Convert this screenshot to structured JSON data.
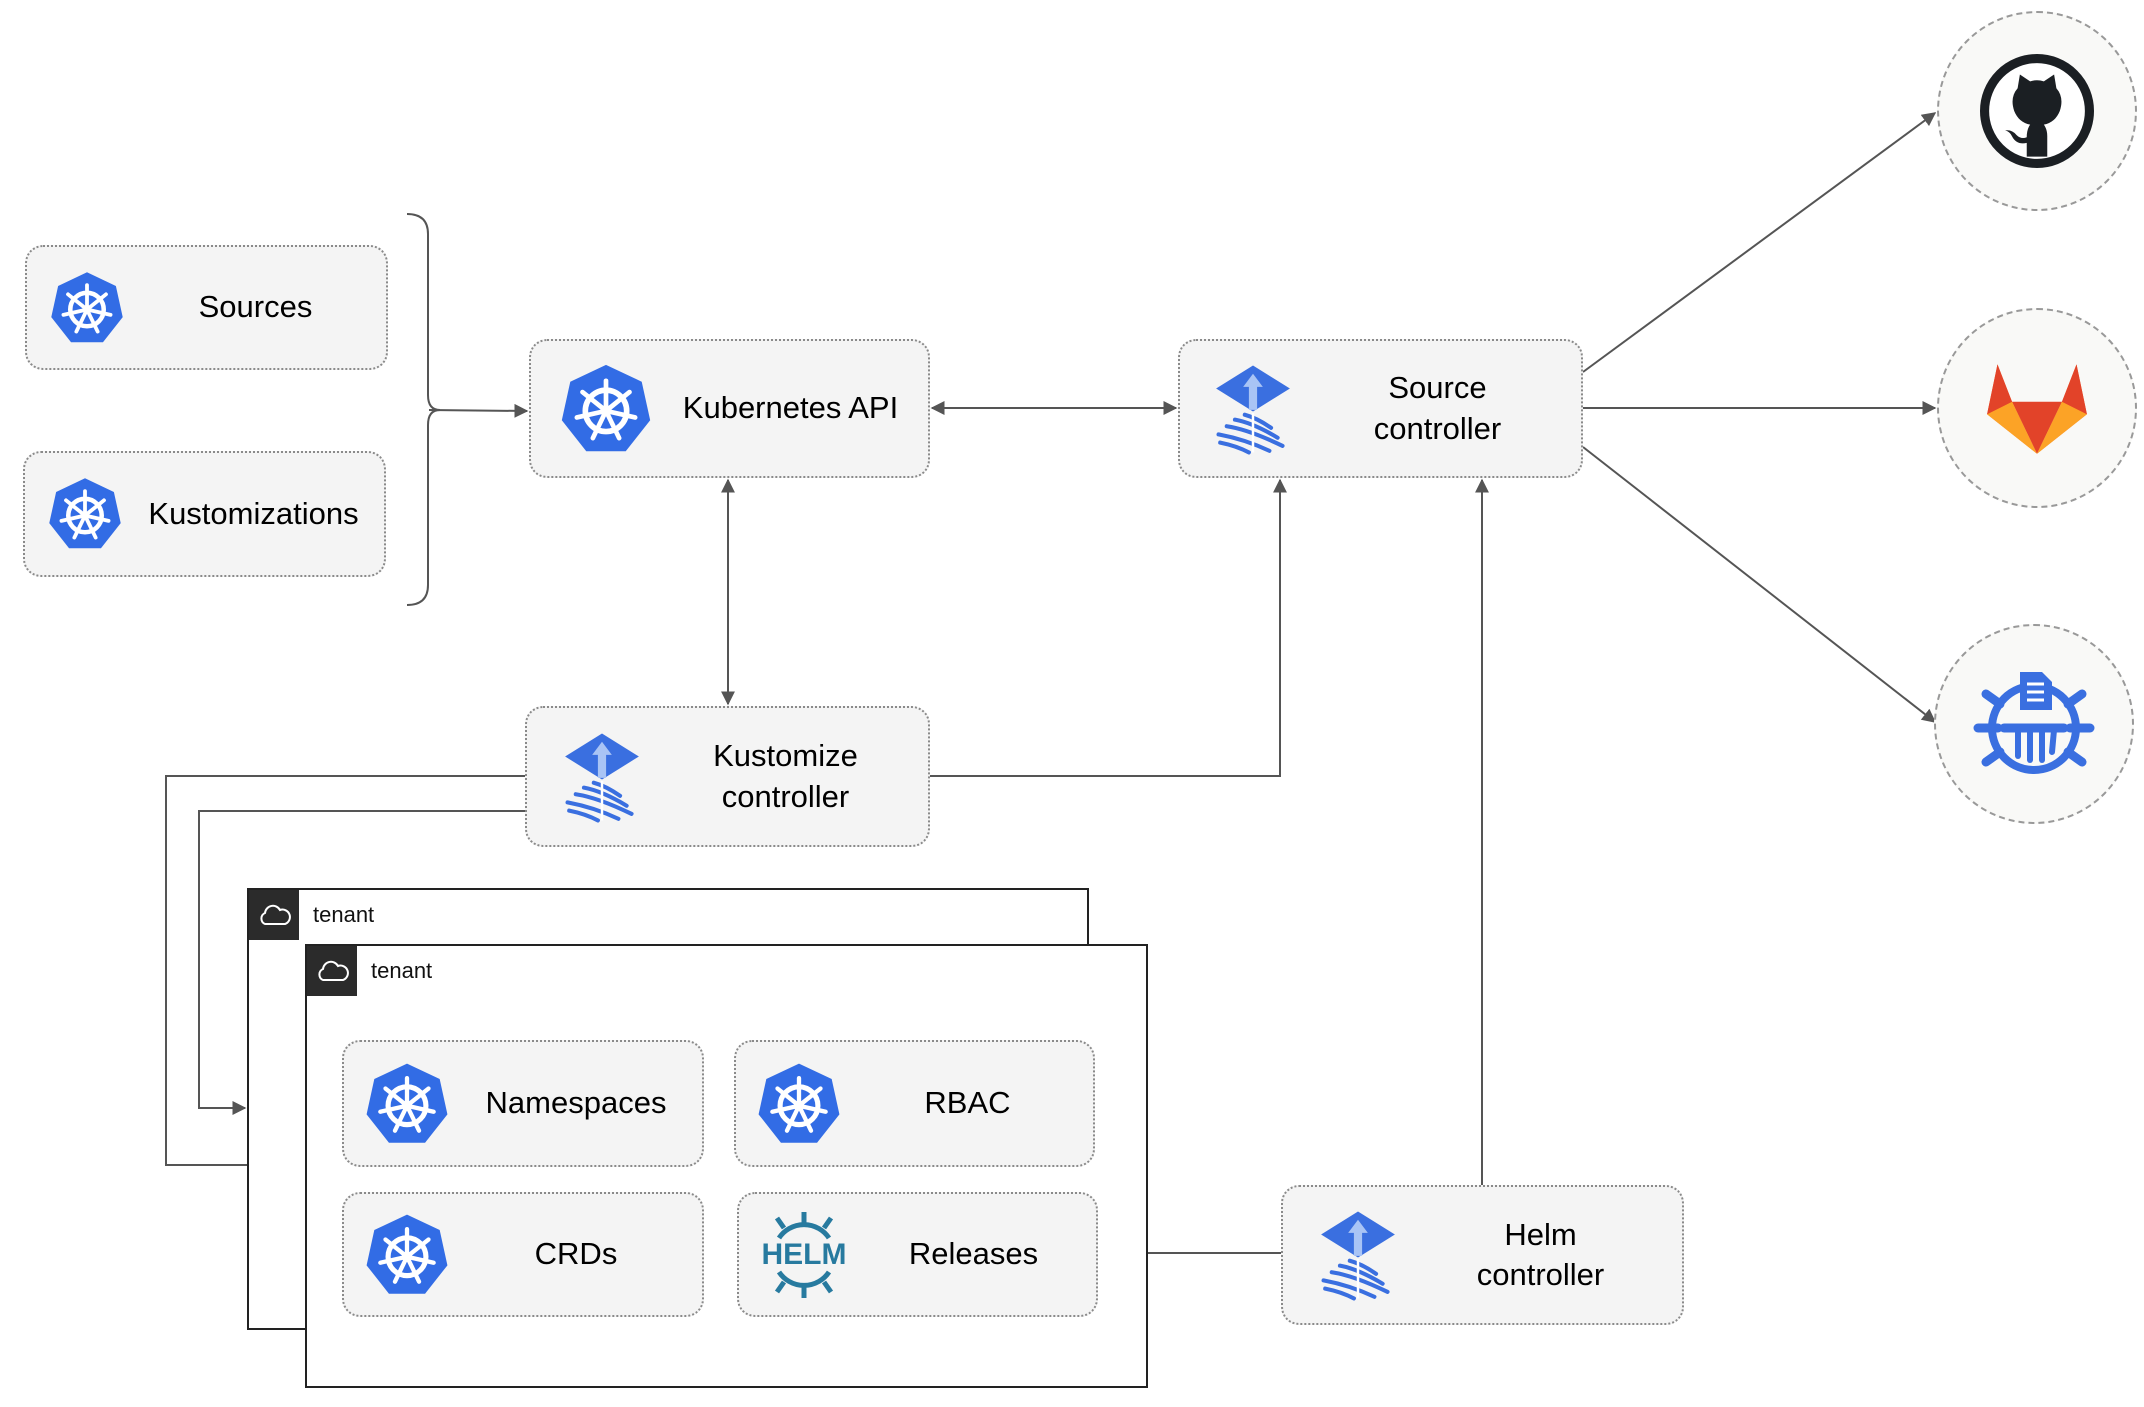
{
  "nodes": {
    "sources": "Sources",
    "kustomizations": "Kustomizations",
    "kubernetes_api": "Kubernetes API",
    "source_controller": [
      "Source",
      "controller"
    ],
    "kustomize_controller": [
      "Kustomize",
      "controller"
    ],
    "helm_controller": [
      "Helm",
      "controller"
    ],
    "namespaces": "Namespaces",
    "rbac": "RBAC",
    "crds": "CRDs",
    "releases": "Releases"
  },
  "tenants": [
    "tenant",
    "tenant"
  ],
  "helm_logo_text": "HELM",
  "external_sources": [
    "github-icon",
    "gitlab-icon",
    "bucket-icon"
  ],
  "colors": {
    "kubernetes_blue": "#326CE5",
    "flux_blue": "#3A6FE0",
    "helm_blue": "#277A9F",
    "gitlab_orange": "#E24329",
    "github_dark": "#1B1F23"
  }
}
